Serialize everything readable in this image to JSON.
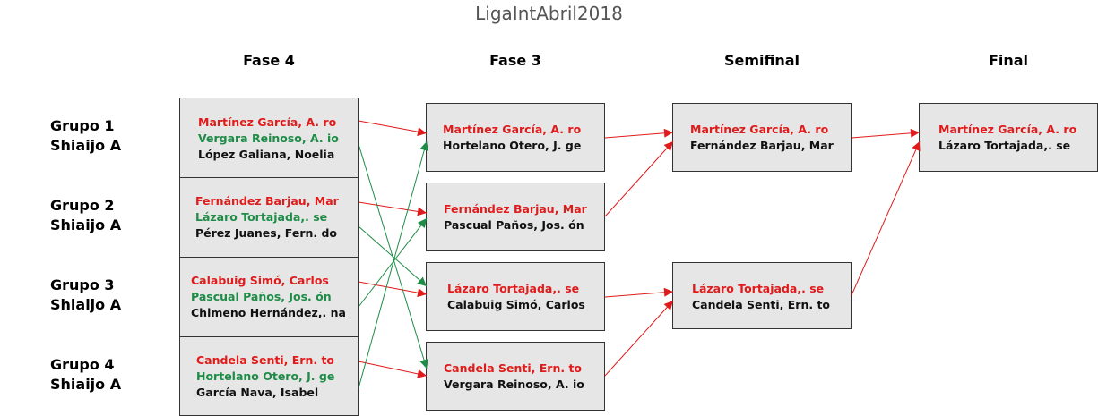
{
  "title": "LigaIntAbril2018",
  "phases": [
    "Fase 4",
    "Fase 3",
    "Semifinal",
    "Final"
  ],
  "groups": [
    {
      "line1": "Grupo 1",
      "line2": "Shiaijo A",
      "first": "Martínez García, A. ro",
      "second": "Vergara Reinoso, A. io",
      "third": "López Galiana, Noelia"
    },
    {
      "line1": "Grupo 2",
      "line2": "Shiaijo A",
      "first": "Fernández Barjau, Mar",
      "second": "Lázaro Tortajada,. se",
      "third": "Pérez Juanes, Fern. do"
    },
    {
      "line1": "Grupo 3",
      "line2": "Shiaijo A",
      "first": "Calabuig Simó, Carlos",
      "second": "Pascual Paños, Jos. ón",
      "third": "Chimeno Hernández,. na"
    },
    {
      "line1": "Grupo 4",
      "line2": "Shiaijo A",
      "first": "Candela Senti, Ern. to",
      "second": "Hortelano Otero, J. ge",
      "third": "García Nava, Isabel"
    }
  ],
  "fase3": [
    {
      "winner": "Martínez García, A. ro",
      "other": "Hortelano Otero, J. ge"
    },
    {
      "winner": "Fernández Barjau, Mar",
      "other": "Pascual Paños, Jos. ón"
    },
    {
      "winner": "Lázaro Tortajada,. se",
      "other": "Calabuig Simó, Carlos"
    },
    {
      "winner": "Candela Senti, Ern. to",
      "other": "Vergara Reinoso, A. io"
    }
  ],
  "semifinal": [
    {
      "winner": "Martínez García, A. ro",
      "other": "Fernández Barjau, Mar"
    },
    {
      "winner": "Lázaro Tortajada,. se",
      "other": "Candela Senti, Ern. to"
    }
  ],
  "final": {
    "winner": "Martínez García, A. ro",
    "other": "Lázaro Tortajada,. se"
  },
  "colors": {
    "winner": "#e01b1b",
    "runner_up": "#1e8c46",
    "text": "#111111",
    "box_fill": "#e6e6e6"
  }
}
